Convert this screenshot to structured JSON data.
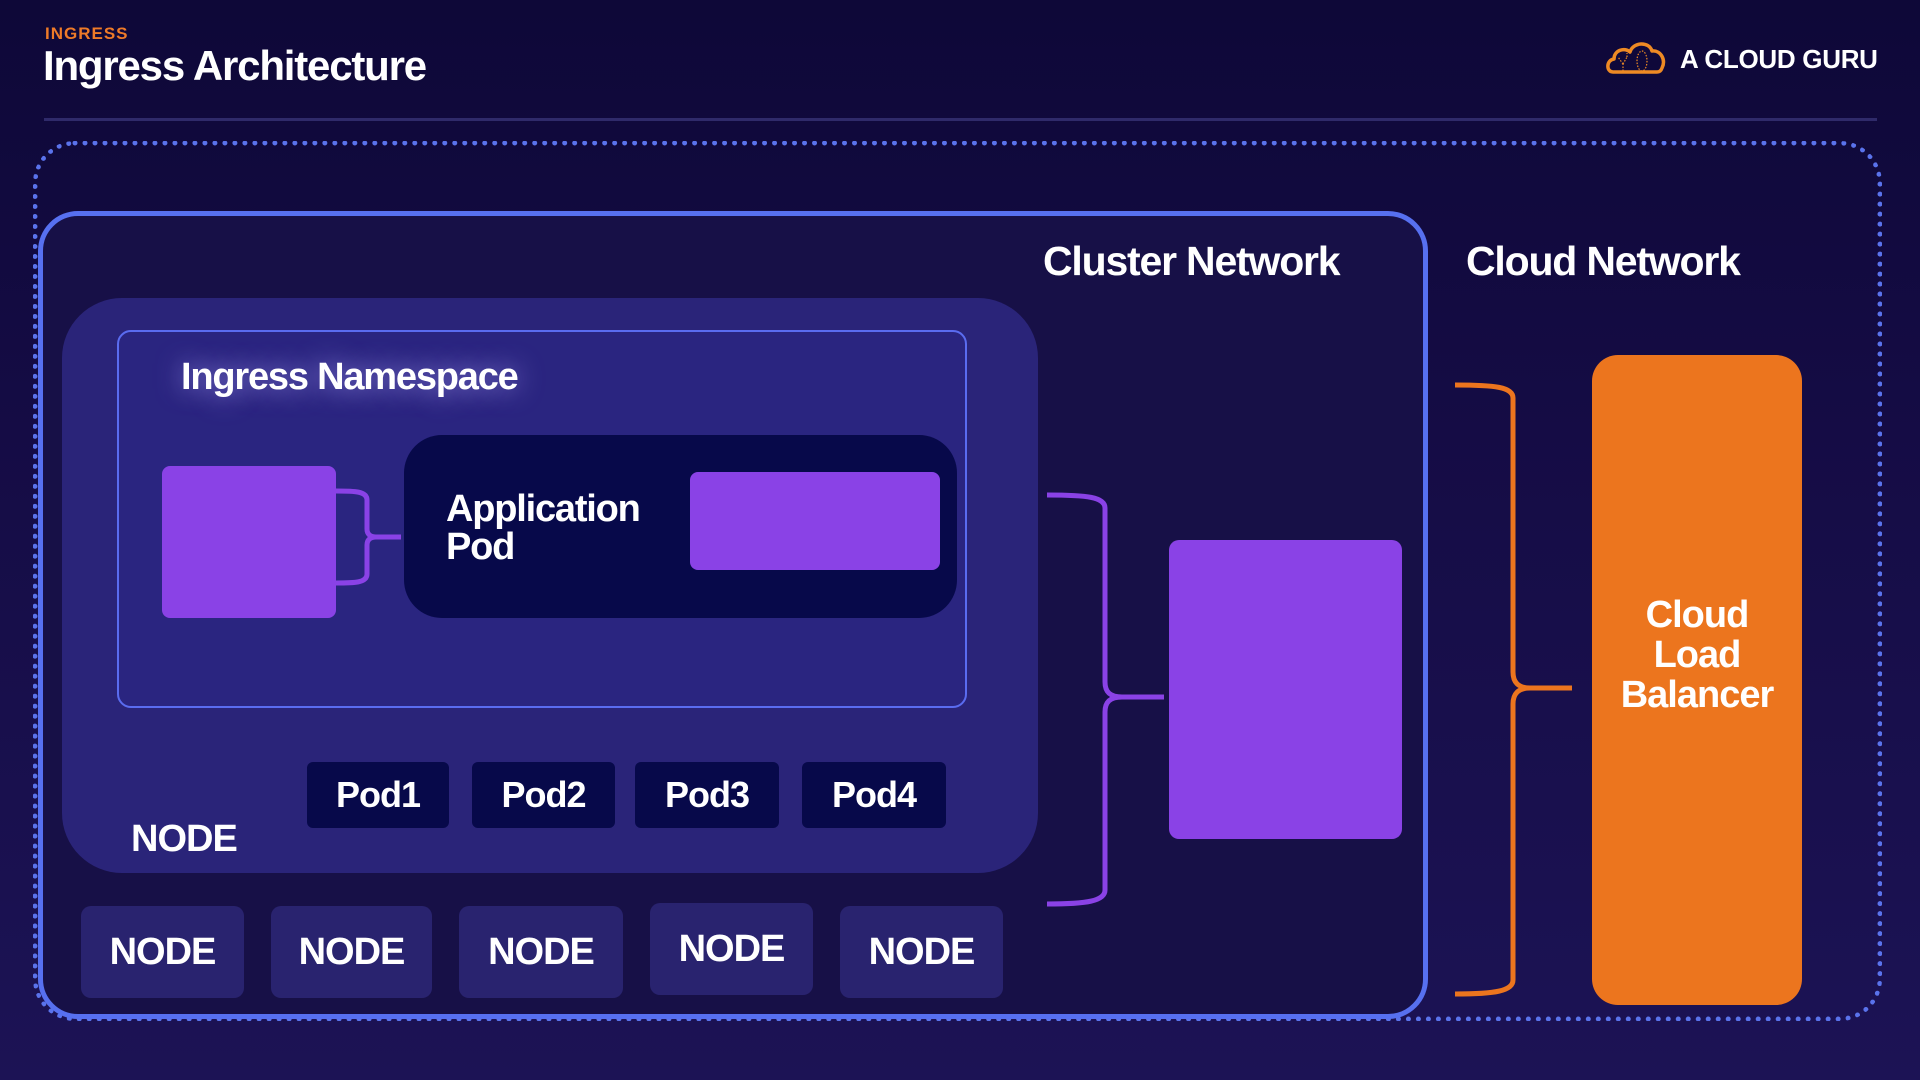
{
  "header": {
    "eyebrow": "INGRESS",
    "title": "Ingress Architecture",
    "brand": {
      "icon": "cloud-logo-icon",
      "name": "A CLOUD GURU"
    }
  },
  "colors": {
    "background": "#150c45",
    "accent_orange": "#ec751e",
    "accent_purple": "#8a42e6",
    "border_blue": "#5770f0",
    "node_fill": "#2a2479",
    "pod_fill": "#07094a"
  },
  "diagram": {
    "cloud_network_label": "Cloud Network",
    "cluster_network_label": "Cluster Network",
    "namespace_label": "Ingress Namespace",
    "application_pod_label": [
      "Application",
      "Pod"
    ],
    "main_node_label": "NODE",
    "pods": [
      "Pod1",
      "Pod2",
      "Pod3",
      "Pod4"
    ],
    "nodes": [
      "NODE",
      "NODE",
      "NODE",
      "NODE",
      "NODE"
    ],
    "load_balancer_label": [
      "Cloud",
      "Load",
      "Balancer"
    ]
  }
}
